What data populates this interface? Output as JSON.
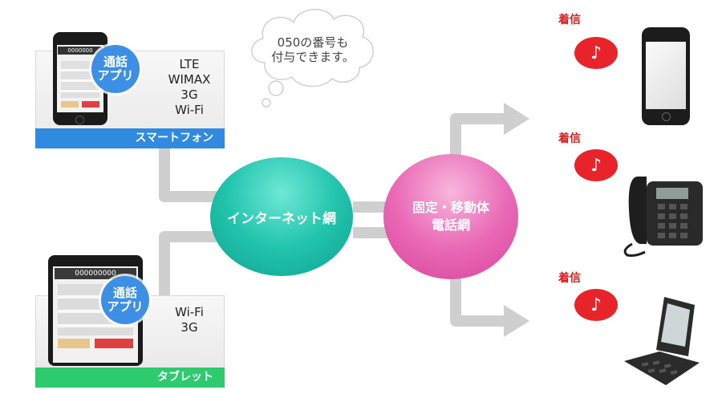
{
  "cloud_text": [
    "050の番号も",
    "付与できます。"
  ],
  "devices": {
    "smartphone": {
      "badge": [
        "通話",
        "アプリ"
      ],
      "networks": [
        "LTE",
        "WIMAX",
        "3G",
        "Wi-Fi"
      ],
      "label": "スマートフォン",
      "screen_number": "0000000"
    },
    "tablet": {
      "badge": [
        "通話",
        "アプリ"
      ],
      "networks": [
        "Wi-Fi",
        "3G"
      ],
      "label": "タブレット",
      "screen_number": "000000000"
    }
  },
  "center": {
    "internet": "インターネット網",
    "phone_network": [
      "固定・移動体",
      "電話網"
    ]
  },
  "receivers": [
    {
      "label": "着信",
      "device": "smartphone-icon"
    },
    {
      "label": "着信",
      "device": "desk-phone-icon"
    },
    {
      "label": "着信",
      "device": "flip-phone-icon"
    }
  ],
  "colors": {
    "smartphone_bar": "#2f8ae0",
    "tablet_bar": "#2ecb6e",
    "internet_circle": "#18b8a4",
    "phone_circle": "#e55aae",
    "incoming_red": "#e8232a"
  }
}
